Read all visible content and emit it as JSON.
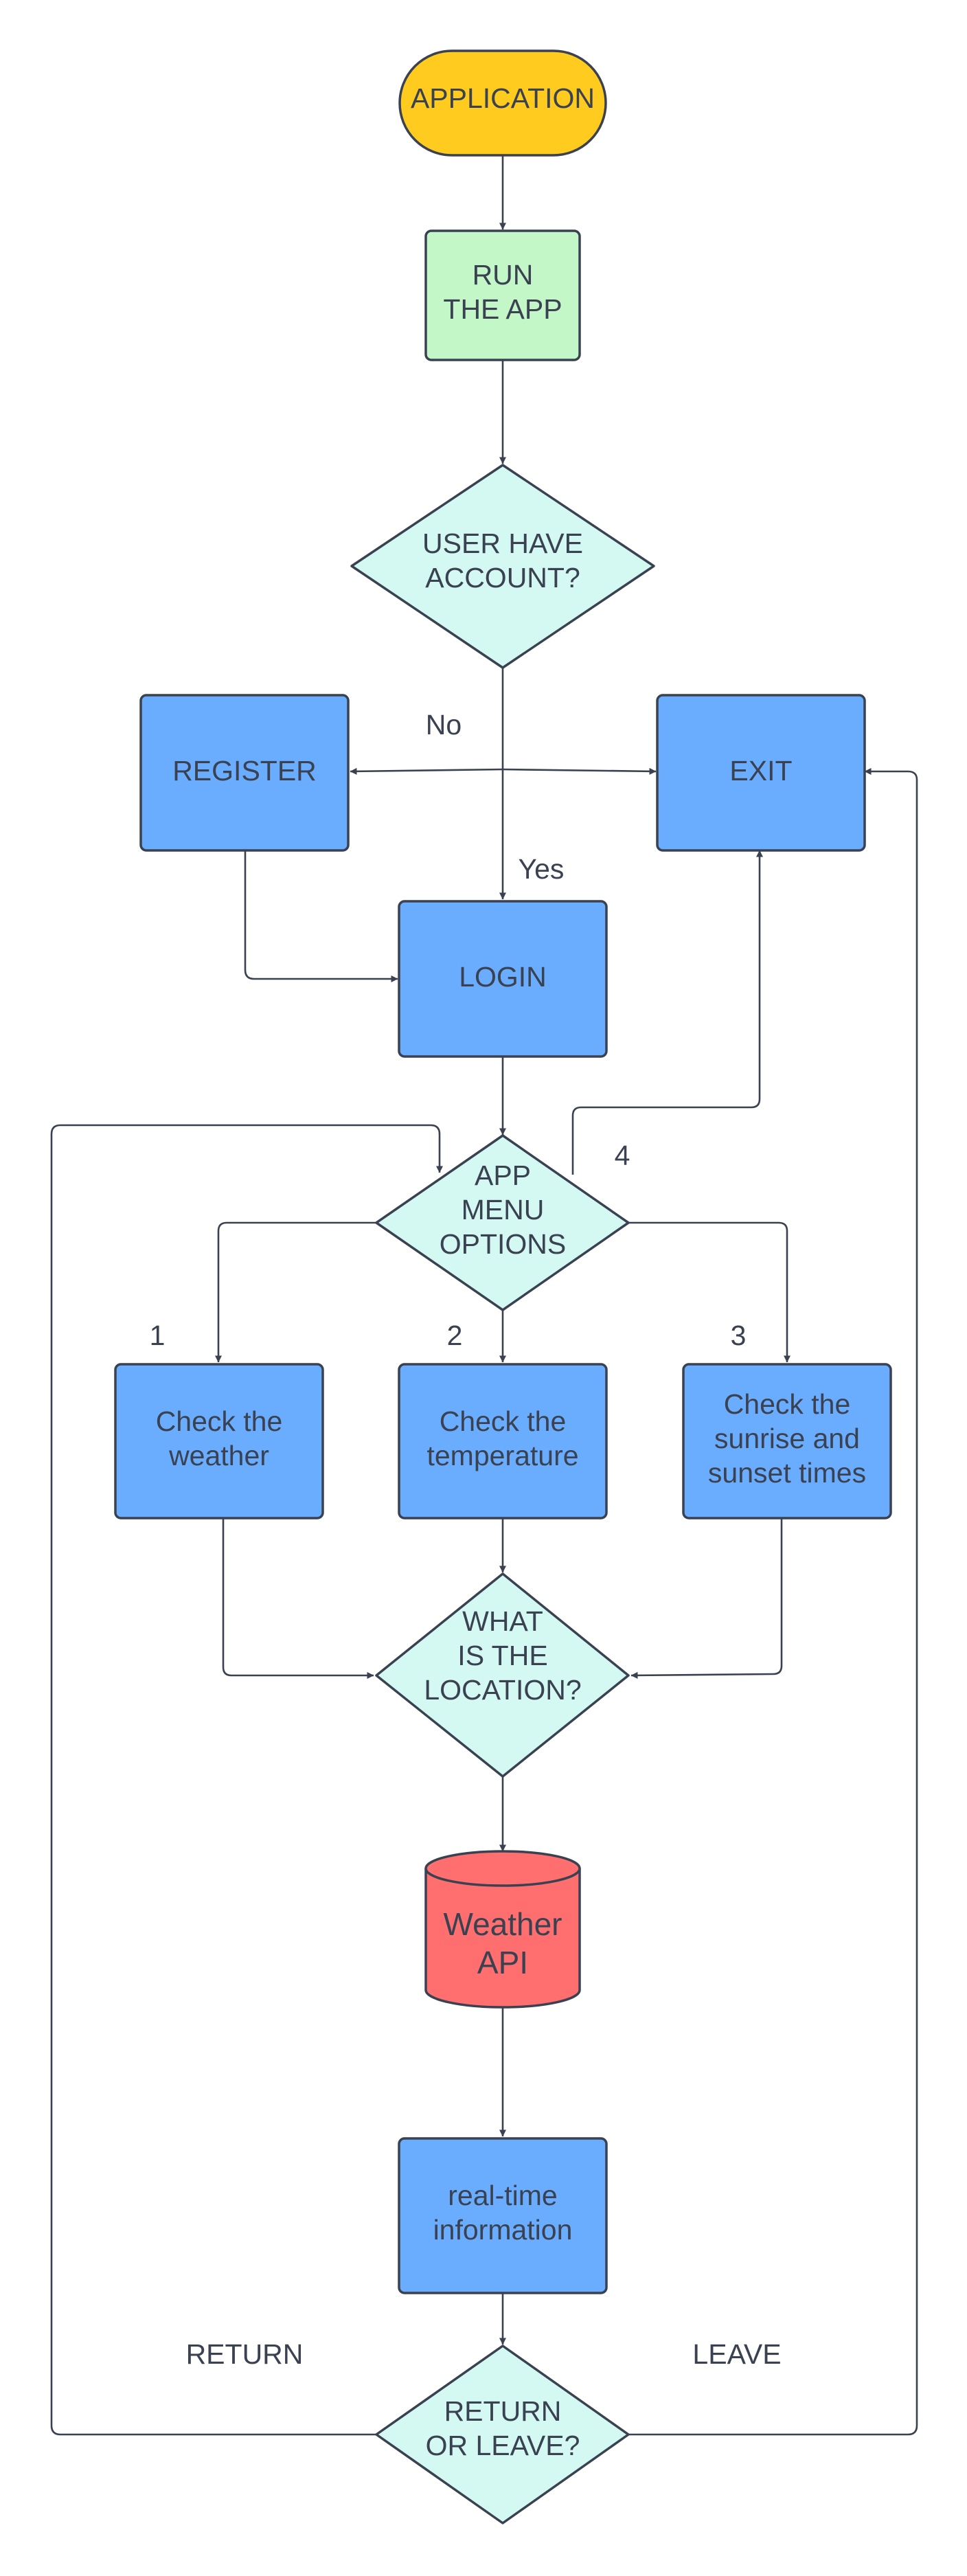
{
  "colors": {
    "start": "#FFCB1F",
    "process_green": "#C3F7C8",
    "decision": "#D3F9F2",
    "process_blue": "#6AADFF",
    "database": "#FF6F6F",
    "stroke": "#3A4150"
  },
  "nodes": {
    "application": {
      "lines": [
        "APPLICATION"
      ],
      "shape": "terminator"
    },
    "run_app": {
      "lines": [
        "RUN",
        "THE APP"
      ],
      "shape": "process"
    },
    "user_account": {
      "lines": [
        "USER HAVE",
        "ACCOUNT?"
      ],
      "shape": "decision"
    },
    "register": {
      "lines": [
        "REGISTER"
      ],
      "shape": "process"
    },
    "exit": {
      "lines": [
        "EXIT"
      ],
      "shape": "process"
    },
    "login": {
      "lines": [
        "LOGIN"
      ],
      "shape": "process"
    },
    "menu": {
      "lines": [
        "APP",
        "MENU",
        "OPTIONS"
      ],
      "shape": "decision"
    },
    "weather": {
      "lines": [
        "Check the",
        "weather"
      ],
      "shape": "process"
    },
    "temperature": {
      "lines": [
        "Check the",
        "temperature"
      ],
      "shape": "process"
    },
    "sunrise": {
      "lines": [
        "Check the",
        "sunrise and",
        "sunset times"
      ],
      "shape": "process"
    },
    "location": {
      "lines": [
        "WHAT",
        "IS THE",
        "LOCATION?"
      ],
      "shape": "decision"
    },
    "api": {
      "lines": [
        "Weather",
        "API"
      ],
      "shape": "database"
    },
    "realtime": {
      "lines": [
        "real-time",
        "information"
      ],
      "shape": "process"
    },
    "return_leave": {
      "lines": [
        "RETURN",
        "OR LEAVE?"
      ],
      "shape": "decision"
    }
  },
  "edge_labels": {
    "no": "No",
    "yes": "Yes",
    "option_1": "1",
    "option_2": "2",
    "option_3": "3",
    "option_4": "4",
    "return": "RETURN",
    "leave": "LEAVE"
  }
}
